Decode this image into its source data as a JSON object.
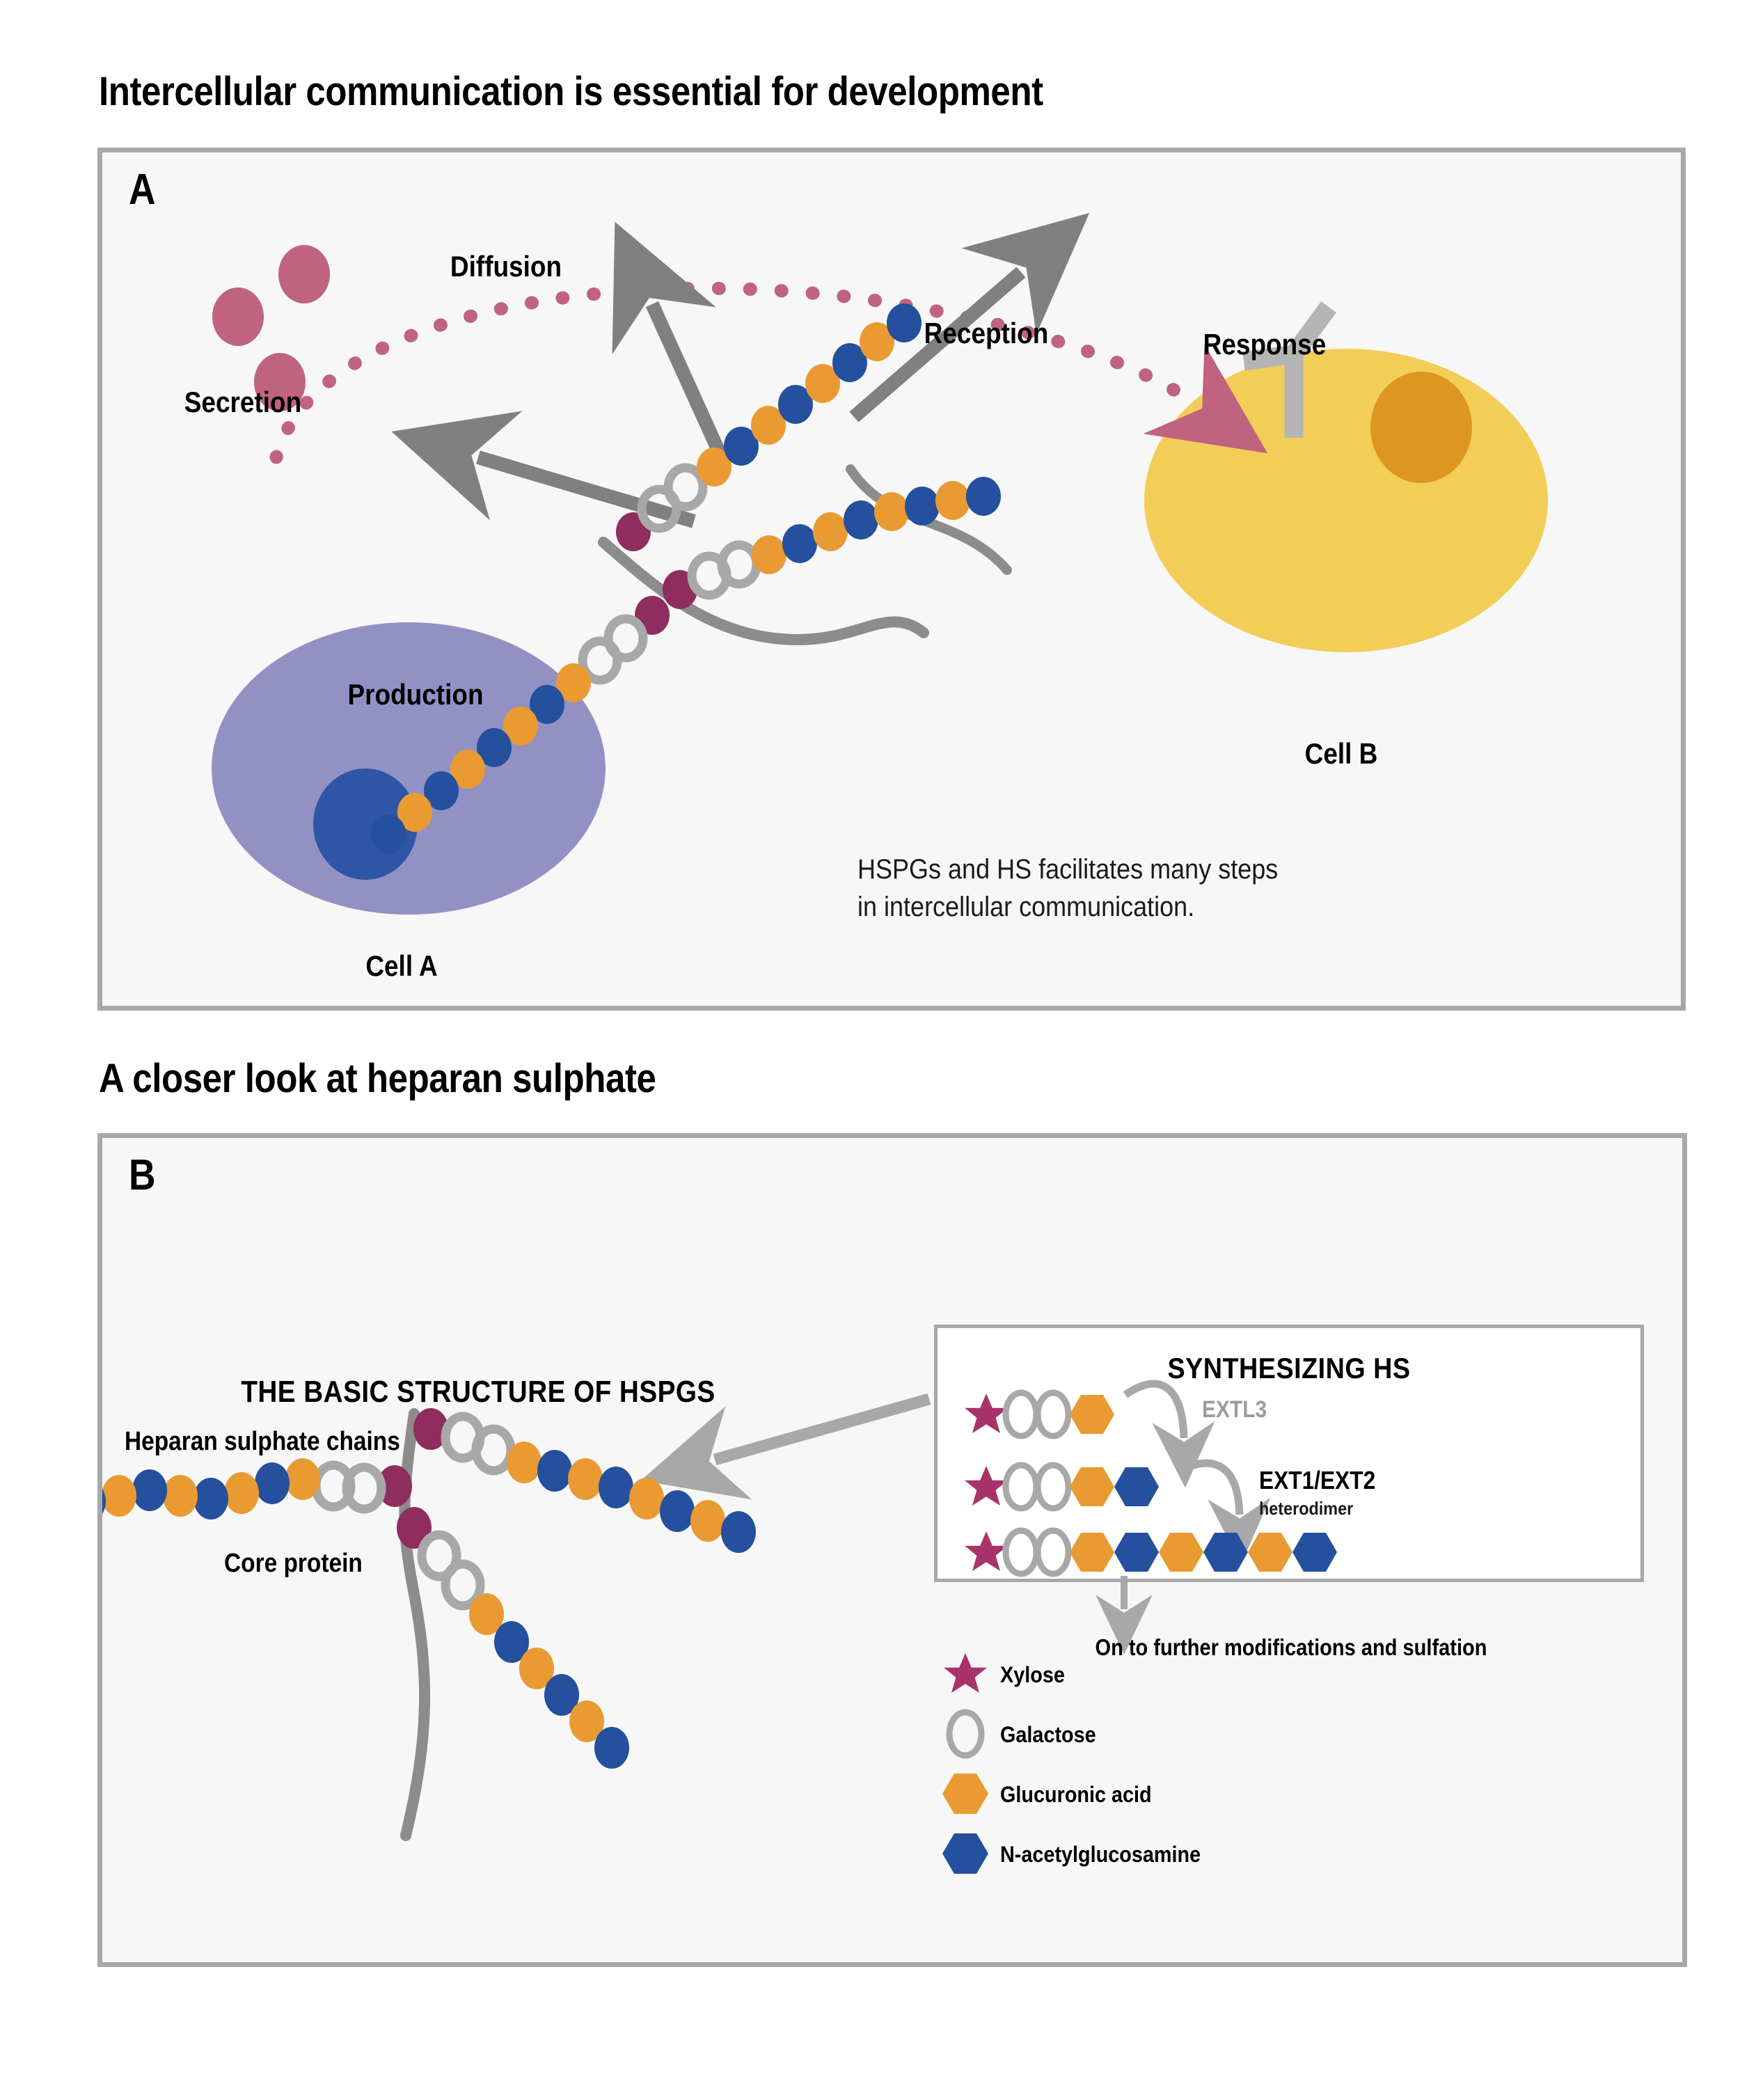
{
  "figure": {
    "section_a_title": "Intercellular communication is essential for development",
    "section_b_title": "A closer look at heparan sulphate"
  },
  "panel_a": {
    "letter": "A",
    "labels": {
      "diffusion": "Diffusion",
      "secretion": "Secretion",
      "reception": "Reception",
      "response": "Response",
      "production": "Production",
      "cell_a": "Cell A",
      "cell_b": "Cell B"
    },
    "caption_line1": "HSPGs and HS facilitates many steps",
    "caption_line2": "in intercellular communication.",
    "colors": {
      "cell_a_body": "#9391c4",
      "cell_a_nucleus": "#2f56a6",
      "cell_b_body": "#f2cd58",
      "cell_b_nucleus": "#dd9620",
      "ligand": "#c0637f",
      "arrow": "#808080",
      "receptor": "#b5b5b5"
    }
  },
  "panel_b": {
    "letter": "B",
    "structure_title": "THE BASIC STRUCTURE OF HSPGS",
    "labels": {
      "hs_chains": "Heparan sulphate chains",
      "core_protein": "Core protein"
    },
    "synthesis": {
      "title": "SYNTHESIZING HS",
      "enzyme_1": "EXTL3",
      "enzyme_2": "EXT1/EXT2",
      "enzyme_2_sub": "heterodimer",
      "footer": "On to further modifications and sulfation",
      "rows": [
        {
          "units": [
            "xylose",
            "galactose",
            "galactose",
            "glucuronic"
          ]
        },
        {
          "units": [
            "xylose",
            "galactose",
            "galactose",
            "glucuronic",
            "glcnac"
          ]
        },
        {
          "units": [
            "xylose",
            "galactose",
            "galactose",
            "glucuronic",
            "glcnac",
            "glucuronic",
            "glcnac",
            "glucuronic",
            "glcnac"
          ]
        }
      ]
    },
    "legend": [
      {
        "icon": "star-icon",
        "label": "Xylose",
        "color": "#a8326a"
      },
      {
        "icon": "circle-icon",
        "label": "Galactose",
        "color": "#a8a8a8"
      },
      {
        "icon": "hexagon-icon",
        "label": "Glucuronic acid",
        "color": "#ea9a32"
      },
      {
        "icon": "hexagon-icon",
        "label": "N-acetylglucosamine",
        "color": "#24509e"
      }
    ],
    "colors": {
      "xylose": "#8e2d5e",
      "galactose": "#a8a8a8",
      "glucuronic": "#ea9a32",
      "glcnac": "#24509e",
      "core_protein": "#8c8c8c"
    }
  }
}
